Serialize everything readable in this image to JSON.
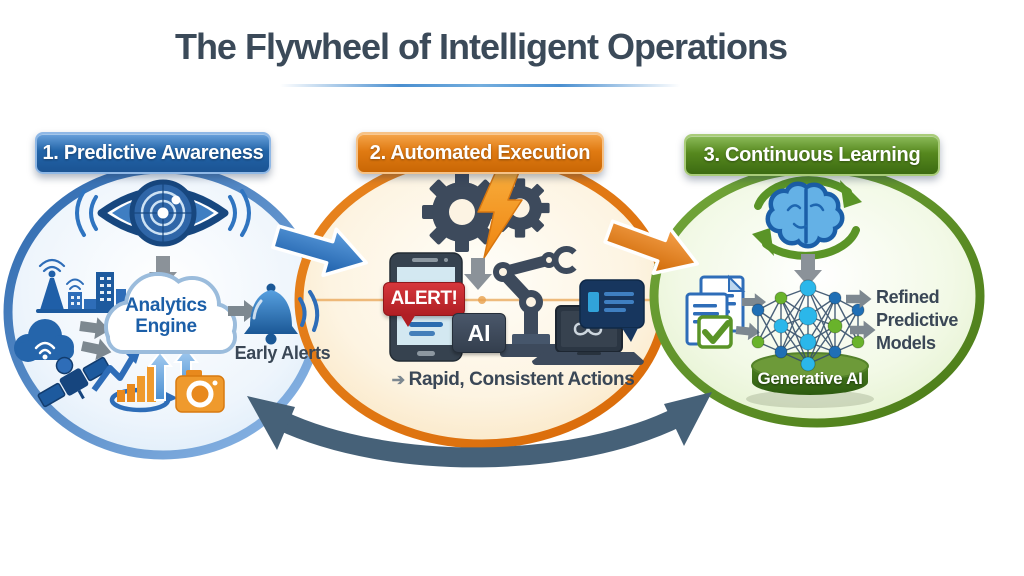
{
  "title": "The Flywheel of Intelligent Operations",
  "stages": [
    {
      "label": "1. Predictive Awareness",
      "engine_line1": "Analytics",
      "engine_line2": "Engine",
      "caption": "Early Alerts",
      "accent_color": "#2e6db8"
    },
    {
      "label": "2. Automated Execution",
      "alert_badge": "ALERT!",
      "ai_chip": "AI",
      "caption_arrow": "➔",
      "caption": "Rapid, Consistent Actions",
      "accent_color": "#e0771a"
    },
    {
      "label": "3. Continuous Learning",
      "pedestal_label": "Generative AI",
      "output_line1": "Refined",
      "output_line2": "Predictive",
      "output_line3": "Models",
      "accent_color": "#5a9427"
    }
  ],
  "icons": {
    "stage1": [
      "radar-eye-icon",
      "signal-arcs-icon",
      "city-sensors-icon",
      "wifi-cloud-icon",
      "satellite-icon",
      "trend-arrow-icon",
      "bar-chart-icon",
      "camera-icon",
      "analytics-cloud-icon",
      "alert-bell-icon",
      "down-arrow-icon",
      "flow-arrow-icon"
    ],
    "stage2": [
      "gears-icon",
      "lightning-icon",
      "smartphone-icon",
      "alert-badge",
      "robot-arm-icon",
      "ai-chip",
      "laptop-devops-icon",
      "chat-window-icon",
      "down-arrow-icon"
    ],
    "stage3": [
      "brain-cycle-icon",
      "documents-check-icon",
      "neural-network-icon",
      "generative-ai-pedestal",
      "down-arrow-icon",
      "flow-arrow-icon"
    ],
    "flow": [
      "stage1-to-stage2-arrow",
      "stage2-to-stage3-arrow",
      "feedback-loop-arrow"
    ]
  },
  "colors": {
    "title_text": "#3b4a59",
    "stage1_blue": "#2e6db8",
    "stage2_orange": "#e0771a",
    "stage3_green": "#5a9427",
    "alert_red": "#c0272d",
    "slate_icon": "#3d4a5c",
    "feedback_arrow": "#466178"
  }
}
